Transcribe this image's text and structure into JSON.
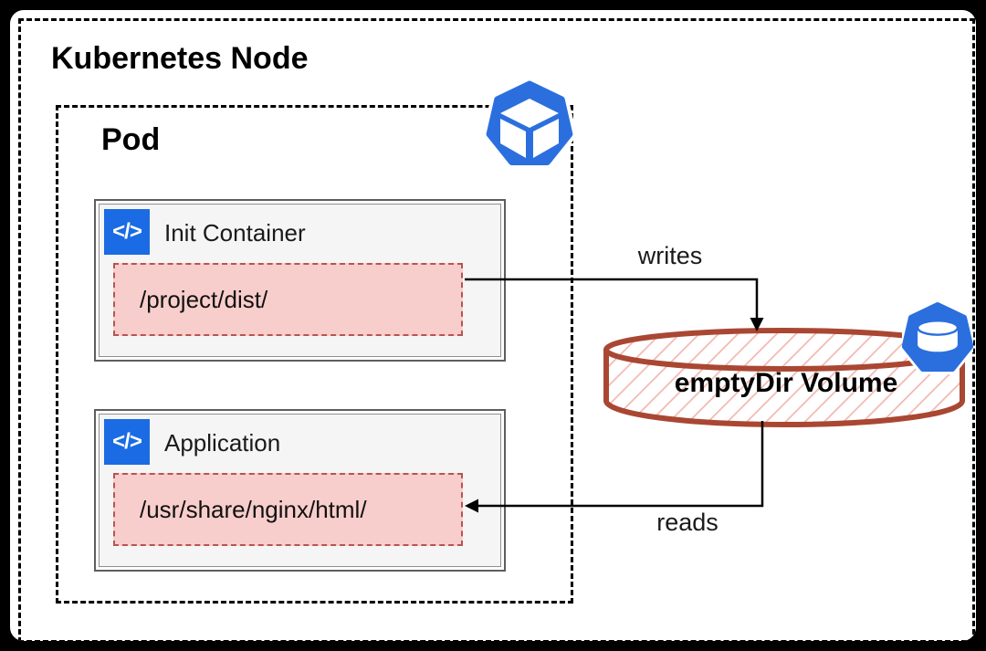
{
  "diagram": {
    "node_title": "Kubernetes Node",
    "pod_title": "Pod",
    "containers": [
      {
        "label": "Init Container",
        "path": "/project/dist/"
      },
      {
        "label": "Application",
        "path": "/usr/share/nginx/html/"
      }
    ],
    "volume": {
      "label": "emptyDir Volume"
    },
    "edges": [
      {
        "label": "writes"
      },
      {
        "label": "reads"
      }
    ],
    "icons": {
      "container_glyph": "</>",
      "pod_icon": "kubernetes-pod-heptagon-cube",
      "volume_icon": "kubernetes-storage-heptagon-cylinder"
    },
    "colors": {
      "icon_square_blue": "#1A6BE4",
      "heptagon_blue": "#2B6FDF",
      "path_fill_pink": "#F8CECC",
      "path_stroke_red": "#B85450",
      "volume_stroke": "#A94733",
      "volume_hatch": "#F2B9B1",
      "container_bg": "#F5F5F5",
      "line_black": "#000000"
    }
  }
}
